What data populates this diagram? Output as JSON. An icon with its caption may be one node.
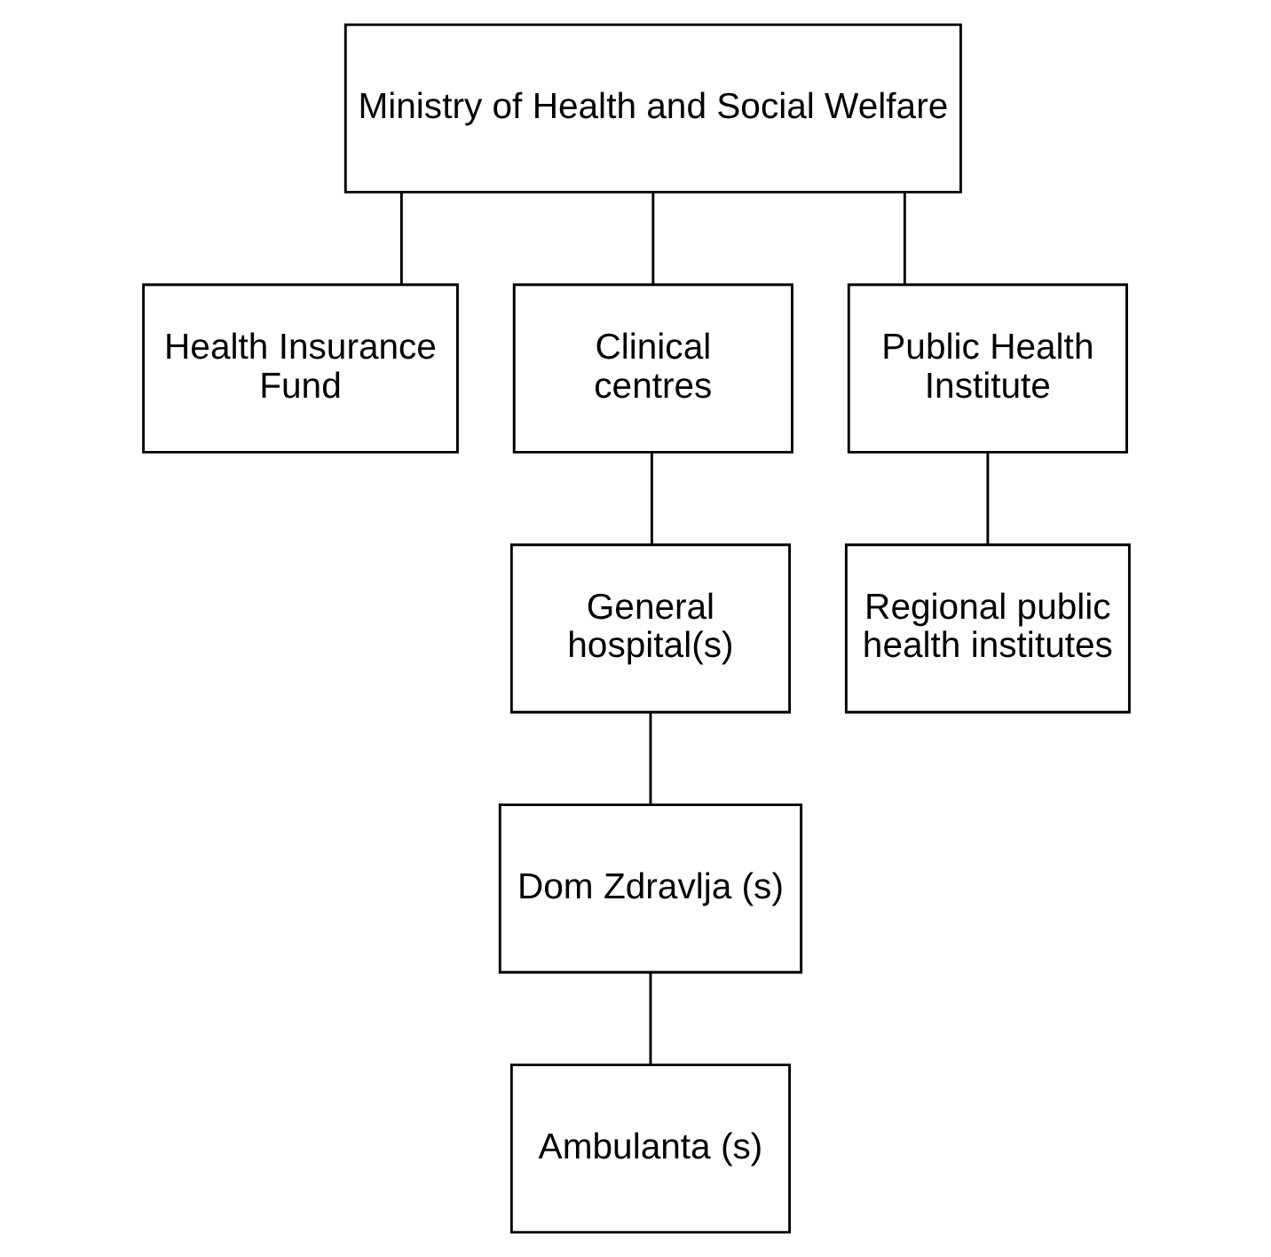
{
  "diagram": {
    "nodes": [
      {
        "text": [
          "Ministry of Health and Social Welfare"
        ]
      },
      {
        "text": [
          "Health Insurance Fund"
        ]
      },
      {
        "text": [
          "Clinical centres"
        ]
      },
      {
        "text": [
          "Public Health Institute"
        ]
      },
      {
        "text": [
          "General hospital(s)"
        ]
      },
      {
        "text": [
          "Regional public health institutes"
        ]
      },
      {
        "text": [
          "Dom Zdravlja (s)"
        ]
      },
      {
        "text": [
          "Ambulanta (s)"
        ]
      }
    ],
    "edges": [
      {
        "from": 0,
        "to": 1,
        "arrow": "none"
      },
      {
        "from": 0,
        "to": 2,
        "arrow": "none"
      },
      {
        "from": 0,
        "to": 3,
        "arrow": "none"
      },
      {
        "from": 2,
        "to": 4,
        "arrow": "none"
      },
      {
        "from": 3,
        "to": 5,
        "arrow": "none"
      },
      {
        "from": 4,
        "to": 6,
        "arrow": "none"
      },
      {
        "from": 6,
        "to": 7,
        "arrow": "none"
      }
    ]
  }
}
